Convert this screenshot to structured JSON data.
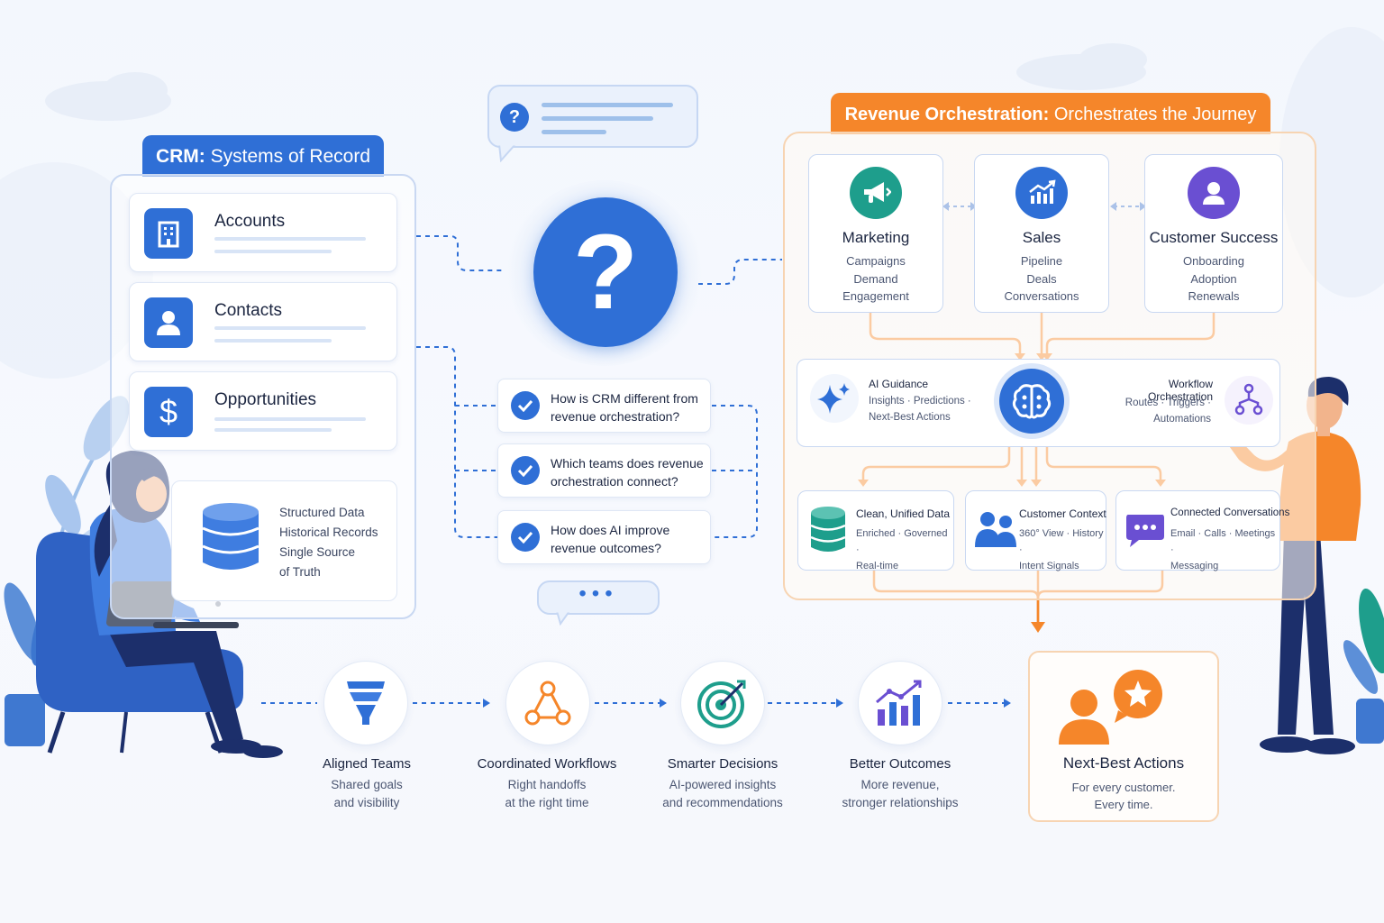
{
  "crm": {
    "tab_bold": "CRM:",
    "tab_rest": " Systems of Record",
    "cards": [
      {
        "label": "Accounts",
        "icon": "building-icon"
      },
      {
        "label": "Contacts",
        "icon": "person-icon"
      },
      {
        "label": "Opportunities",
        "icon": "dollar-icon"
      }
    ],
    "data_lines": [
      "Structured Data",
      "Historical Records",
      "Single Source",
      "of Truth"
    ]
  },
  "center": {
    "questions": [
      "How is CRM different from revenue orchestration?",
      "Which teams does revenue orchestration connect?",
      "How does AI improve revenue outcomes?"
    ],
    "big_symbol": "?",
    "small_symbol": "?",
    "typing_dots": "•••"
  },
  "revenue": {
    "tab_bold": "Revenue Orchestration:",
    "tab_rest": " Orchestrates the Journey",
    "teams": [
      {
        "title": "Marketing",
        "lines": [
          "Campaigns",
          "Demand",
          "Engagement"
        ],
        "icon": "megaphone-icon",
        "color": "#1e9e8c"
      },
      {
        "title": "Sales",
        "lines": [
          "Pipeline",
          "Deals",
          "Conversations"
        ],
        "icon": "chart-up-icon",
        "color": "#2f6fd6"
      },
      {
        "title": "Customer Success",
        "lines": [
          "Onboarding",
          "Adoption",
          "Renewals"
        ],
        "icon": "user-circle-icon",
        "color": "#6a4fd2"
      }
    ],
    "ai_guidance": {
      "title": "AI Guidance",
      "line1": "Insights · Predictions ·",
      "line2": "Next-Best Actions"
    },
    "workflow": {
      "title": "Workflow Orchestration",
      "line1": "Routes · Triggers ·",
      "line2": "Automations"
    },
    "data_cards": [
      {
        "title": "Clean, Unified Data",
        "line1": "Enriched · Governed ·",
        "line2": "Real-time"
      },
      {
        "title": "Customer Context",
        "line1": "360° View · History ·",
        "line2": "Intent Signals"
      },
      {
        "title": "Connected Conversations",
        "line1": "Email · Calls · Meetings ·",
        "line2": "Messaging"
      }
    ]
  },
  "flow": [
    {
      "title": "Aligned Teams",
      "line1": "Shared goals",
      "line2": "and visibility",
      "icon": "funnel-icon"
    },
    {
      "title": "Coordinated Workflows",
      "line1": "Right handoffs",
      "line2": "at the right time",
      "icon": "workflow-nodes-icon"
    },
    {
      "title": "Smarter Decisions",
      "line1": "AI-powered insights",
      "line2": "and recommendations",
      "icon": "target-icon"
    },
    {
      "title": "Better Outcomes",
      "line1": "More revenue,",
      "line2": "stronger relationships",
      "icon": "bar-growth-icon"
    }
  ],
  "nba": {
    "title": "Next-Best Actions",
    "line1": "For every customer.",
    "line2": "Every time."
  },
  "colors": {
    "blue": "#2f6fd6",
    "orange": "#f5862a",
    "teal": "#1e9e8c",
    "purple": "#6a4fd2",
    "navy": "#1c2f6b"
  }
}
